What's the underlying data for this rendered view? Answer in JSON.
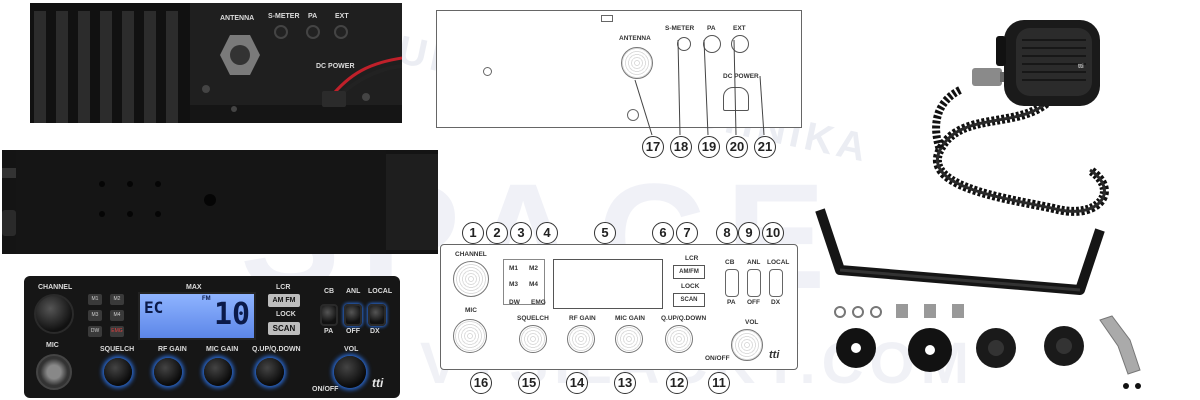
{
  "back_panel": {
    "antenna": "ANTENNA",
    "s_meter": "S-METER",
    "pa": "PA",
    "ext": "EXT",
    "dc_power": "DC POWER"
  },
  "front_panel": {
    "channel": "CHANNEL",
    "max": "MAX",
    "lcr": "LCR",
    "am_fm": "AM FM",
    "lock": "LOCK",
    "scan": "SCAN",
    "mic": "MIC",
    "squelch": "SQUELCH",
    "rf_gain": "RF GAIN",
    "mic_gain": "MIC GAIN",
    "qup_qdown": "Q.UP/Q.DOWN",
    "vol": "VOL",
    "on_off": "ON/OFF",
    "cb": "CB",
    "anl": "ANL",
    "local": "LOCAL",
    "pa": "PA",
    "off": "OFF",
    "dx": "DX",
    "display_text": "EC",
    "display_digits": "10",
    "display_mode": "FM",
    "m1": "M1",
    "m2": "M2",
    "m3": "M3",
    "m4": "M4",
    "dw": "DW",
    "emg": "EMG",
    "brand": "tti"
  },
  "diagram_top": {
    "antenna": "ANTENNA",
    "s_meter": "S-METER",
    "pa": "PA",
    "ext": "EXT",
    "dc_power": "DC POWER"
  },
  "diagram_front": {
    "channel": "CHANNEL",
    "m1": "M1",
    "m2": "M2",
    "m3": "M3",
    "m4": "M4",
    "dw": "DW",
    "emg": "EMG",
    "am_fm": "AM/FM",
    "lcr": "LCR",
    "lock": "LOCK",
    "scan": "SCAN",
    "cb": "CB",
    "anl": "ANL",
    "local": "LOCAL",
    "pa": "PA",
    "off": "OFF",
    "dx": "DX",
    "mic": "MIC",
    "squelch": "SQUELCH",
    "rf_gain": "RF GAIN",
    "mic_gain": "MIC GAIN",
    "qup_qdown": "Q.UP/Q.DOWN",
    "vol": "VOL",
    "on_off": "ON/OFF",
    "brand": "tti"
  },
  "callouts": [
    "1",
    "2",
    "3",
    "4",
    "5",
    "6",
    "7",
    "8",
    "9",
    "10",
    "11",
    "12",
    "13",
    "14",
    "15",
    "16",
    "17",
    "18",
    "19",
    "20",
    "21"
  ],
  "mic_brand": "tti",
  "watermark": {
    "line1": "KOMUNIKACNI TECHNIKA",
    "line2": "SPACE",
    "line3": "VYSILACKY.COM"
  }
}
